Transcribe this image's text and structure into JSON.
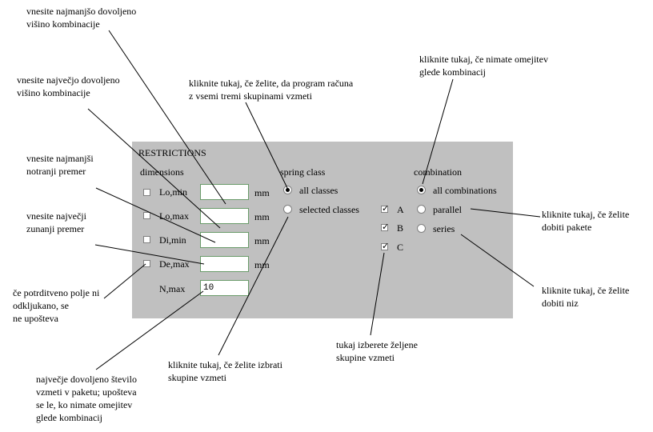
{
  "annotations": {
    "min_height": "vnesite najmanjšo dovoljeno\nvišino kombinacije",
    "max_height": "vnesite največjo dovoljeno\nvišino kombinacije",
    "min_inner": "vnesite najmanjši\nnotranji premer",
    "max_outer": "vnesite največji\nzunanji premer",
    "unchecked": "če potrditveno polje ni\nodkljukano, se\nne upošteva",
    "max_springs": "največje dovoljeno število\nvzmeti v paketu; upošteva\nse le, ko nimate omejitev\nglede kombinacij",
    "all_classes": "kliknite tukaj, če želite, da program računa\nz vsemi tremi skupinami vzmeti",
    "selected_classes": "kliknite tukaj, če želite izbrati\nskupine vzmeti",
    "choose_groups": "tukaj izberete željene\nskupine vzmeti",
    "no_restrictions": "kliknite tukaj, če nimate omejitev\n  glede kombinacij",
    "parallel": "kliknite tukaj, če želite\ndobiti pakete",
    "series": "kliknite tukaj, če želite\ndobiti niz"
  },
  "panel": {
    "title": "RESTRICTIONS",
    "dimensions": {
      "heading": "dimensions",
      "rows": [
        {
          "label": "Lo,min",
          "unit": "mm",
          "value": "",
          "checked": false
        },
        {
          "label": "Lo,max",
          "unit": "mm",
          "value": "",
          "checked": false
        },
        {
          "label": "Di,min",
          "unit": "mm",
          "value": "",
          "checked": false
        },
        {
          "label": "De,max",
          "unit": "mm",
          "value": "",
          "checked": false
        }
      ],
      "nmax_label": "N,max",
      "nmax_value": "10"
    },
    "spring_class": {
      "heading": "spring class",
      "options": [
        {
          "label": "all classes",
          "selected": true
        },
        {
          "label": "selected classes",
          "selected": false
        }
      ],
      "classes": [
        {
          "label": "A",
          "checked": true
        },
        {
          "label": "B",
          "checked": true
        },
        {
          "label": "C",
          "checked": true
        }
      ]
    },
    "combination": {
      "heading": "combination",
      "options": [
        {
          "label": "all combinations",
          "selected": true
        },
        {
          "label": "parallel",
          "selected": false
        },
        {
          "label": "series",
          "selected": false
        }
      ]
    }
  }
}
